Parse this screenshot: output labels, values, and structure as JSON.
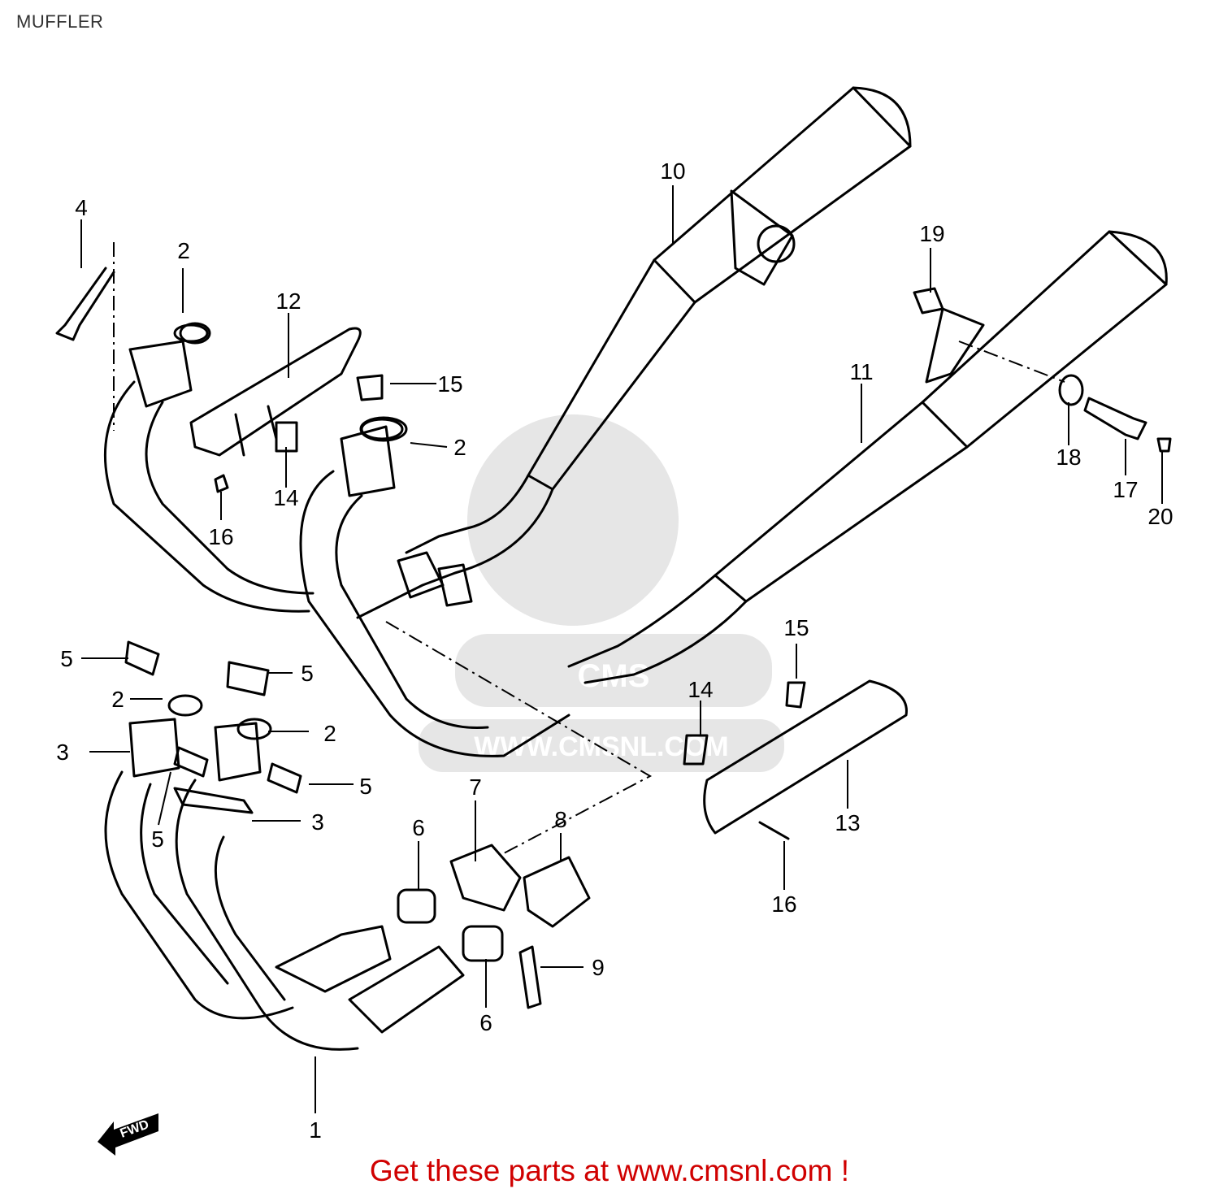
{
  "page": {
    "title": "MUFFLER"
  },
  "watermark": {
    "brand": "CMS",
    "url": "WWW.CMSNL.COM"
  },
  "direction_marker": {
    "label": "FWD"
  },
  "callouts": [
    {
      "id": "1",
      "label": "1"
    },
    {
      "id": "2a",
      "label": "2"
    },
    {
      "id": "2b",
      "label": "2"
    },
    {
      "id": "2c",
      "label": "2"
    },
    {
      "id": "2d",
      "label": "2"
    },
    {
      "id": "3a",
      "label": "3"
    },
    {
      "id": "3b",
      "label": "3"
    },
    {
      "id": "4",
      "label": "4"
    },
    {
      "id": "5a",
      "label": "5"
    },
    {
      "id": "5b",
      "label": "5"
    },
    {
      "id": "5c",
      "label": "5"
    },
    {
      "id": "5d",
      "label": "5"
    },
    {
      "id": "6a",
      "label": "6"
    },
    {
      "id": "6b",
      "label": "6"
    },
    {
      "id": "7",
      "label": "7"
    },
    {
      "id": "8",
      "label": "8"
    },
    {
      "id": "9",
      "label": "9"
    },
    {
      "id": "10",
      "label": "10"
    },
    {
      "id": "11",
      "label": "11"
    },
    {
      "id": "12",
      "label": "12"
    },
    {
      "id": "13",
      "label": "13"
    },
    {
      "id": "14a",
      "label": "14"
    },
    {
      "id": "14b",
      "label": "14"
    },
    {
      "id": "15a",
      "label": "15"
    },
    {
      "id": "15b",
      "label": "15"
    },
    {
      "id": "16a",
      "label": "16"
    },
    {
      "id": "16b",
      "label": "16"
    },
    {
      "id": "17",
      "label": "17"
    },
    {
      "id": "18",
      "label": "18"
    },
    {
      "id": "19",
      "label": "19"
    },
    {
      "id": "20",
      "label": "20"
    }
  ],
  "footer": {
    "link_text": "Get these parts at www.cmsnl.com !",
    "link_color": "#d00000"
  }
}
